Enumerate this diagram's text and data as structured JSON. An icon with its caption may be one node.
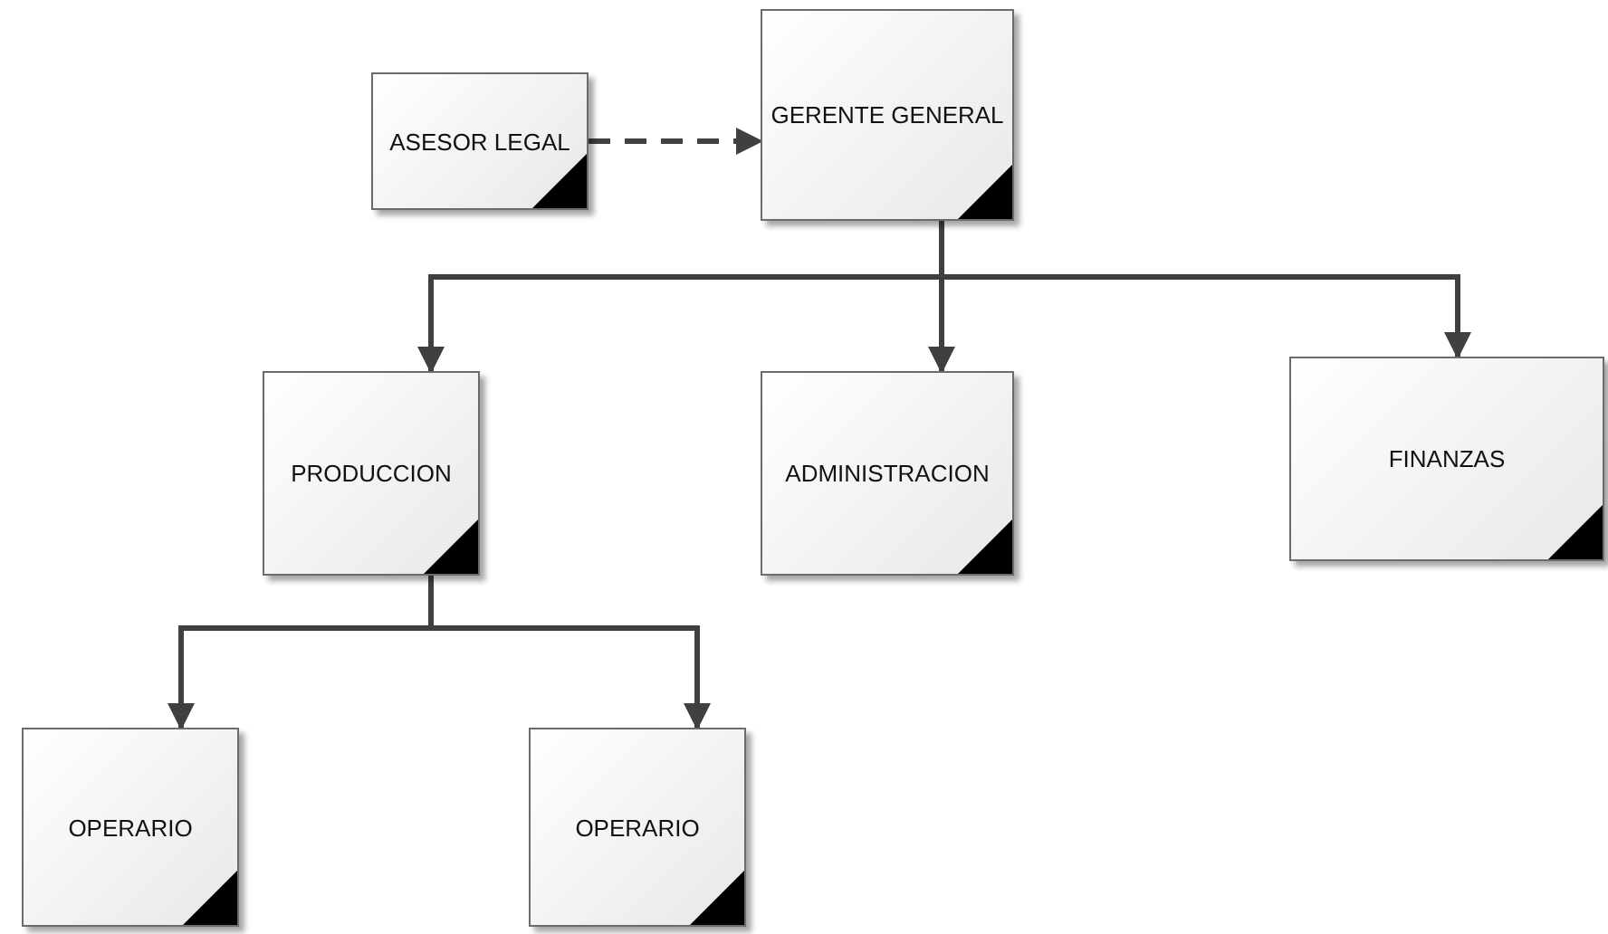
{
  "diagram": {
    "nodes": [
      {
        "text": [
          "ASESOR LEGAL"
        ]
      },
      {
        "text": [
          "GERENTE GENERAL"
        ]
      },
      {
        "text": [
          "PRODUCCION"
        ]
      },
      {
        "text": [
          "ADMINISTRACION"
        ]
      },
      {
        "text": [
          "FINANZAS"
        ]
      },
      {
        "text": [
          "OPERARIO"
        ]
      },
      {
        "text": [
          "OPERARIO"
        ]
      }
    ],
    "edges": [
      {
        "from": 0,
        "to": 1,
        "arrow": "to",
        "style": "dashed"
      },
      {
        "from": 1,
        "to": 2,
        "arrow": "to"
      },
      {
        "from": 1,
        "to": 3,
        "arrow": "to"
      },
      {
        "from": 1,
        "to": 4,
        "arrow": "to"
      },
      {
        "from": 2,
        "to": 5,
        "arrow": "to"
      },
      {
        "from": 2,
        "to": 6,
        "arrow": "to"
      }
    ]
  }
}
